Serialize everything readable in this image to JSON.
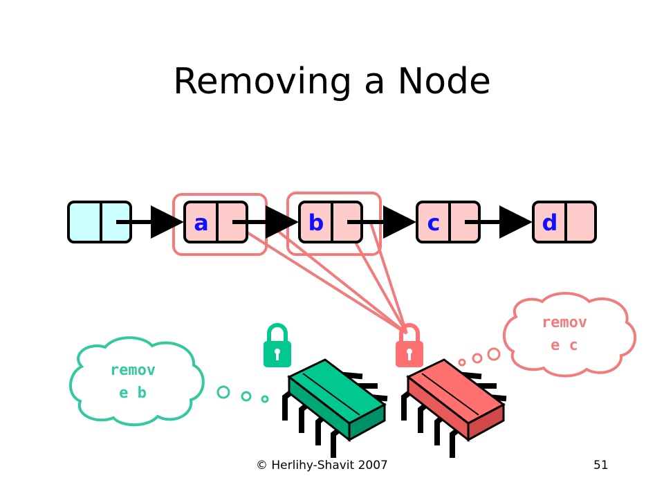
{
  "slide": {
    "title": "Removing a Node",
    "footer_left": "© Herlihy-Shavit 2007",
    "page_number": "51"
  },
  "nodes": [
    {
      "label": "",
      "role": "sentinel"
    },
    {
      "label": "a"
    },
    {
      "label": "b"
    },
    {
      "label": "c"
    },
    {
      "label": "d"
    }
  ],
  "threads": [
    {
      "color": "green",
      "thought_line1": "remov",
      "thought_line2": "e b"
    },
    {
      "color": "red",
      "thought_line1": "remov",
      "thought_line2": "e c"
    }
  ],
  "colors": {
    "sentinel_fill": "#ccffff",
    "node_fill": "#ffcccc",
    "label_color": "#1010ff",
    "lock_highlight": "#f07c7c",
    "green_thread": "#00c890",
    "green_thought": "#33c8a0",
    "red_thread": "#ff7070",
    "red_thought": "#f07c7c"
  },
  "icons": [
    "padlock-icon",
    "processor-chip-icon",
    "thought-cloud-icon"
  ]
}
